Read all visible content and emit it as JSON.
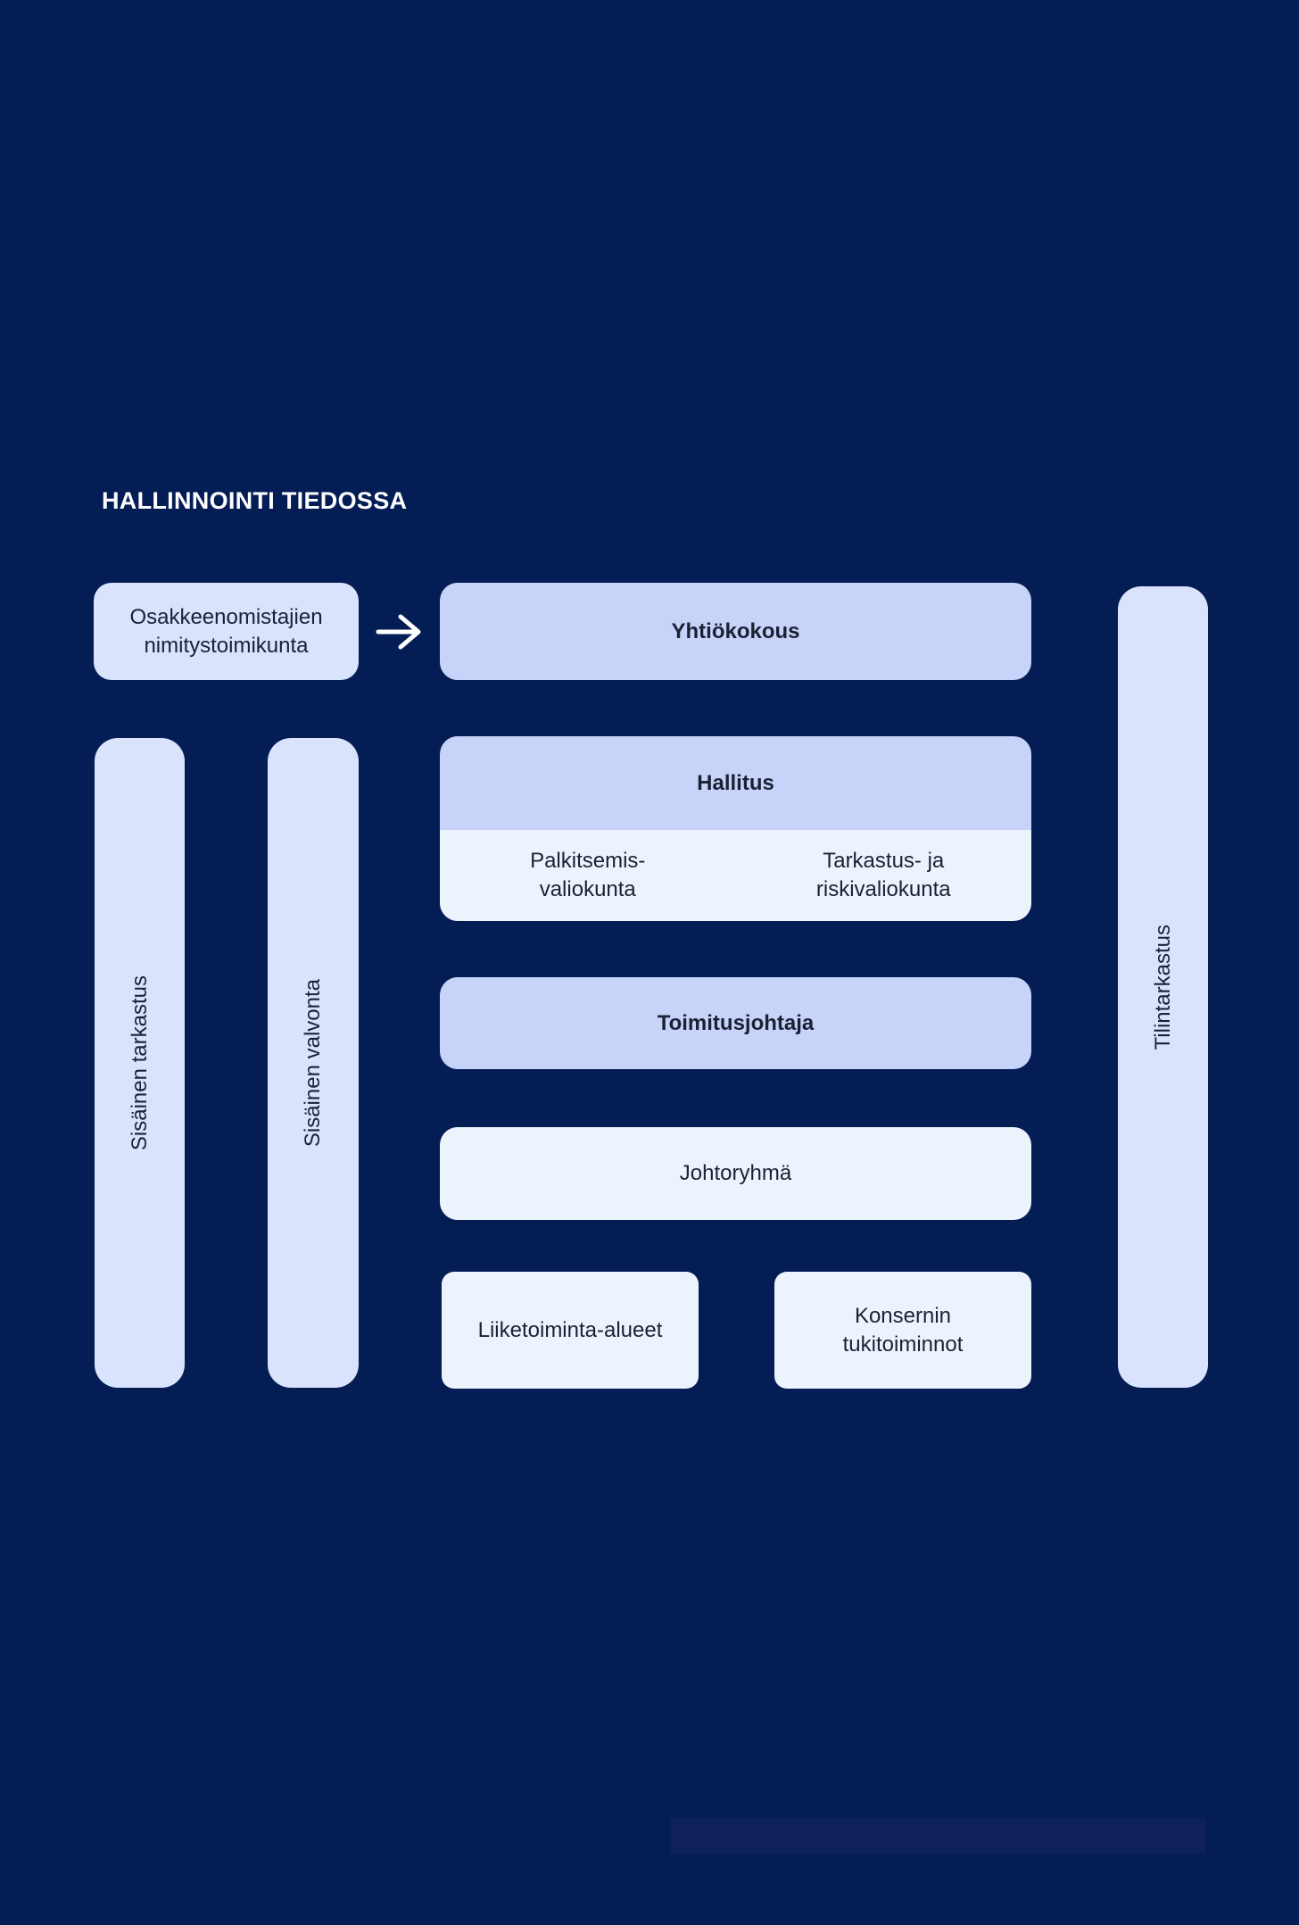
{
  "title": "HALLINNOINTI TIEDOSSA",
  "diagram": {
    "nomination_committee": "Osakkeenomistajien\nnimitystoimikunta",
    "general_meeting": "Yhtiökokous",
    "board": "Hallitus",
    "remuneration_committee": "Palkitsemis-\nvaliokunta",
    "audit_risk_committee": "Tarkastus- ja\nriskivaliokunta",
    "ceo": "Toimitusjohtaja",
    "management_team": "Johtoryhmä",
    "business_areas": "Liiketoiminta-alueet",
    "group_support_functions": "Konsernin\ntukitoiminnot",
    "internal_audit": "Sisäinen tarkastus",
    "internal_control": "Sisäinen valvonta",
    "external_audit": "Tilintarkastus",
    "arrow_icon": "arrow-right-icon"
  },
  "colors": {
    "background": "#041d55",
    "box_primary": "#c7d3f8",
    "box_secondary": "#d9e3fb",
    "box_pale": "#edf3fd",
    "text_dark": "#1b2135",
    "title_text": "#ffffff",
    "footer_bar": "#0e2259"
  }
}
